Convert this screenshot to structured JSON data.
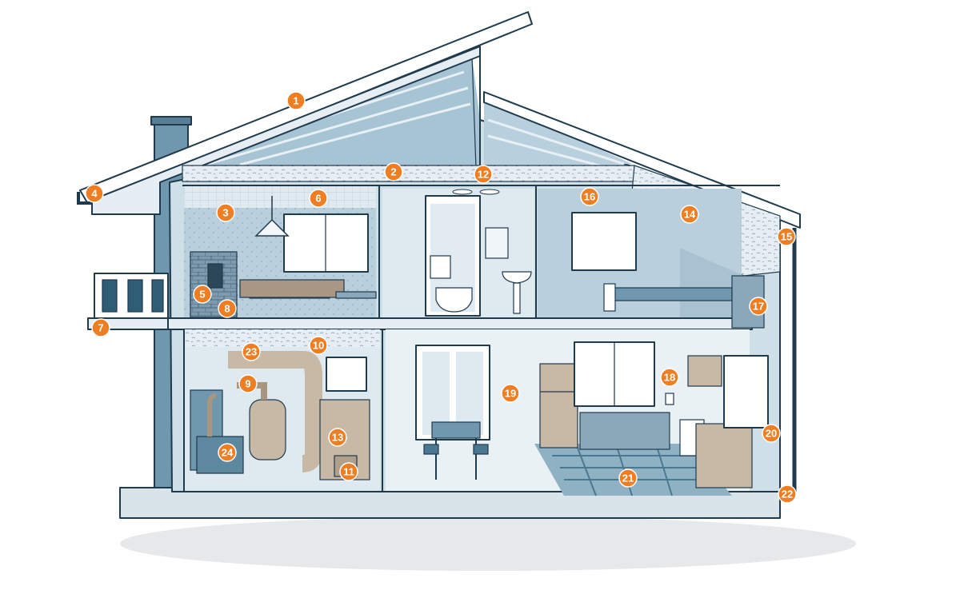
{
  "colors": {
    "accent": "#ef7d22",
    "outline": "#1f3a4d",
    "wall_fill": "#d9e6ee",
    "wall_dark": "#6f97ad",
    "interior_light": "#eaf1f5",
    "floor": "#c9d9e3",
    "insulation": "#e3ebf0",
    "appliance": "#c8b9a6",
    "tile_dark": "#4b7891",
    "tile_light": "#8fb1c4"
  },
  "callouts": [
    {
      "id": "c1",
      "label": "1"
    },
    {
      "id": "c2",
      "label": "2"
    },
    {
      "id": "c3",
      "label": "3"
    },
    {
      "id": "c4",
      "label": "4"
    },
    {
      "id": "c5",
      "label": "5"
    },
    {
      "id": "c6",
      "label": "6"
    },
    {
      "id": "c7",
      "label": "7"
    },
    {
      "id": "c8",
      "label": "8"
    },
    {
      "id": "c9",
      "label": "9"
    },
    {
      "id": "c10",
      "label": "10"
    },
    {
      "id": "c11",
      "label": "11"
    },
    {
      "id": "c12",
      "label": "12"
    },
    {
      "id": "c13",
      "label": "13"
    },
    {
      "id": "c14",
      "label": "14"
    },
    {
      "id": "c15",
      "label": "15"
    },
    {
      "id": "c16",
      "label": "16"
    },
    {
      "id": "c17",
      "label": "17"
    },
    {
      "id": "c18",
      "label": "18"
    },
    {
      "id": "c19",
      "label": "19"
    },
    {
      "id": "c20",
      "label": "20"
    },
    {
      "id": "c21",
      "label": "21"
    },
    {
      "id": "c22",
      "label": "22"
    },
    {
      "id": "c23",
      "label": "23"
    },
    {
      "id": "c24",
      "label": "24"
    }
  ]
}
